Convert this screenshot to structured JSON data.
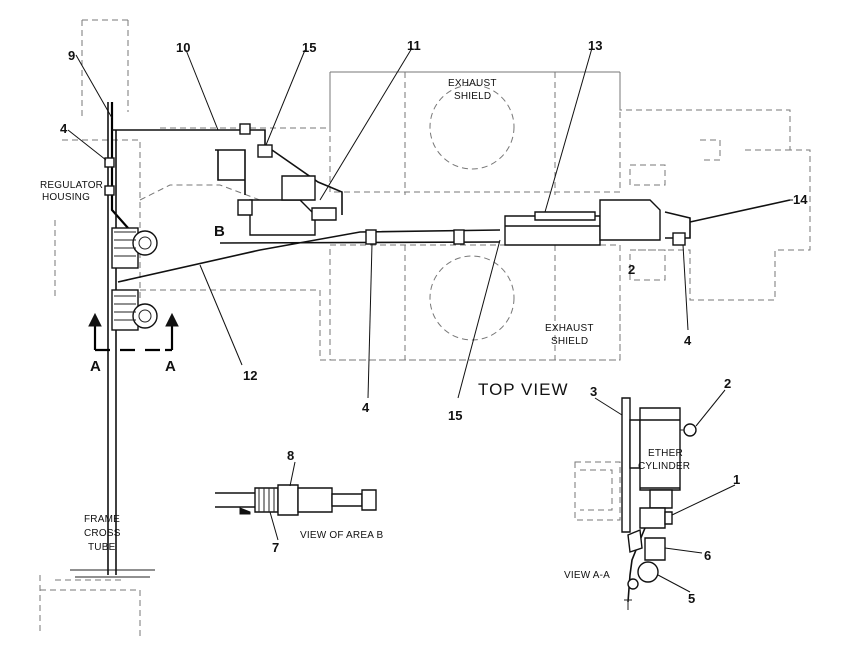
{
  "view_titles": {
    "top_view": "TOP VIEW",
    "view_area_b": "VIEW OF AREA B",
    "view_a_a": "VIEW A-A"
  },
  "labels": {
    "exhaust_shield_top": [
      "EXHAUST",
      "SHIELD"
    ],
    "exhaust_shield_bottom": [
      "EXHAUST",
      "SHIELD"
    ],
    "regulator_housing": [
      "REGULATOR",
      "HOUSING"
    ],
    "ether_cylinder": [
      "ETHER",
      "CYLINDER"
    ],
    "frame_cross_tube": [
      "FRAME",
      "CROSS",
      "TUBE"
    ]
  },
  "section_marks": {
    "area_b": "B",
    "section_a_left": "A",
    "section_a_right": "A"
  },
  "callouts": {
    "c1": "1",
    "c2_top": "2",
    "c2_right": "2",
    "c3": "3",
    "c4_left": "4",
    "c4_mid": "4",
    "c4_right": "4",
    "c5": "5",
    "c6": "6",
    "c7": "7",
    "c8": "8",
    "c9": "9",
    "c10": "10",
    "c11": "11",
    "c12": "12",
    "c13": "13",
    "c14": "14",
    "c15_top": "15",
    "c15_bottom": "15"
  }
}
